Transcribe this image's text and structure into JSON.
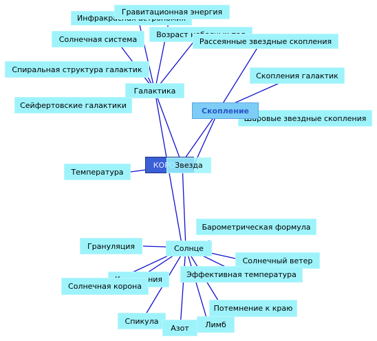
{
  "colors": {
    "edge": "#1010d0",
    "node_fill": "#9ef3fb",
    "hub_fill": "#7dcdf7",
    "hub_text": "#2a56c6",
    "center_fill": "#3a5fd6"
  },
  "nodes": {
    "gravity": "Гравитационная энергия",
    "infrared": "Инфракрасная астрономия",
    "age": "Возраст небесных тел",
    "solar_system": "Солнечная система",
    "open_clusters": "Рассеянные звездные скопления",
    "spiral": "Спиральная структура галактик",
    "galaxy_clusters": "Скопления галактик",
    "galaxy": "Галактика",
    "seyfert": "Сейфертовские галактики",
    "cluster": "Скопление",
    "globular": "Шаровые звездные скопления",
    "corona_center": "КОРОНА",
    "star": "Звезда",
    "temperature": "Температура",
    "barometric": "Барометрическая формула",
    "granulation": "Грануляция",
    "sun": "Солнце",
    "solar_wind": "Солнечный ветер",
    "cosmogony": "Космогония",
    "effective_temp": "Эффективная температура",
    "solar_corona": "Солнечная корона",
    "limb_darkening": "Потемнение к краю",
    "spicule": "Спикула",
    "nitrogen": "Азот",
    "limb": "Лимб"
  }
}
